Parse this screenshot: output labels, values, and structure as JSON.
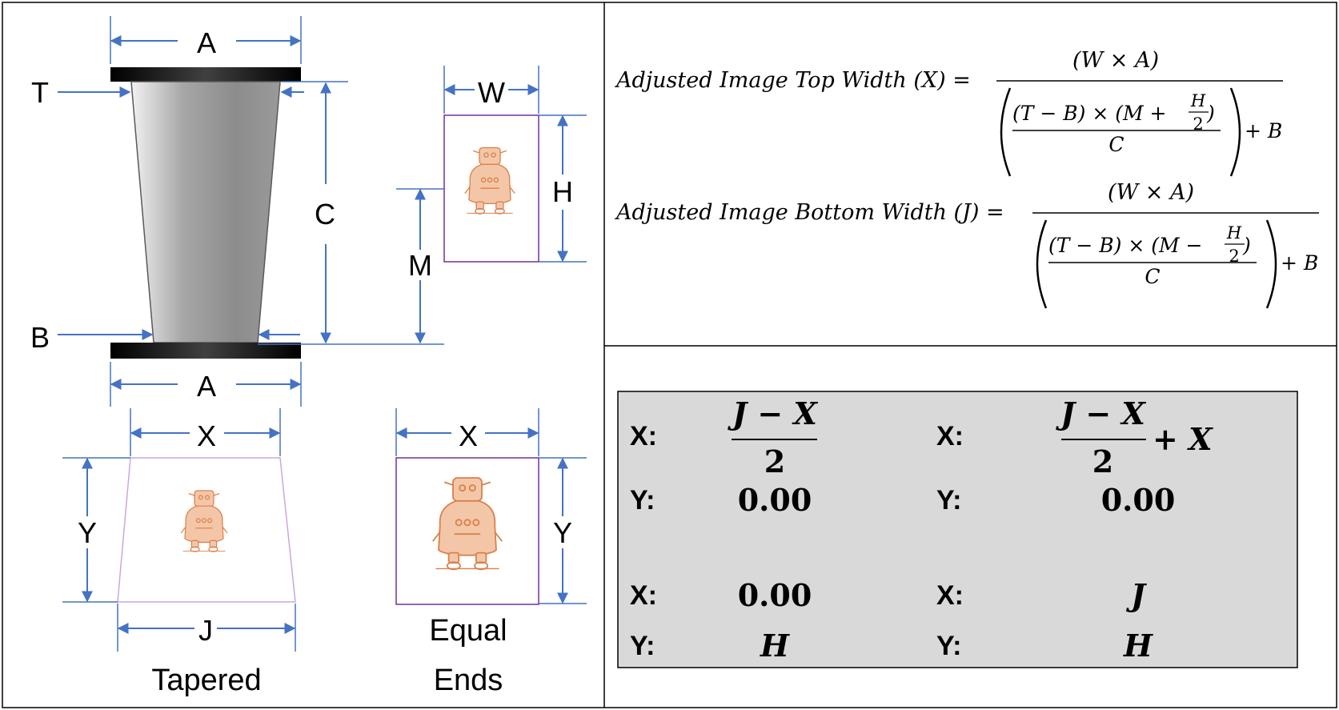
{
  "diagram": {
    "cup_labels": {
      "top_width": "A",
      "top_diameter": "T",
      "height": "C",
      "bottom_diameter": "B",
      "bottom_width": "A"
    },
    "image_labels": {
      "width": "W",
      "height": "H",
      "offset": "M"
    },
    "tapered_labels": {
      "top": "X",
      "height": "Y",
      "bottom": "J"
    },
    "equal_labels": {
      "top": "X",
      "height": "Y"
    },
    "caption_tapered": "Tapered",
    "caption_equal_line1": "Equal",
    "caption_equal_line2": "Ends"
  },
  "formulas": {
    "top": {
      "label": "Adjusted Image Top Width (X) =",
      "numerator": "(W × A)",
      "inner_left": "(T − B) × (M +",
      "frac_num": "H",
      "frac_den": "2",
      "inner_close": ")",
      "inner_den": "C",
      "tail": "+ B"
    },
    "bottom": {
      "label": "Adjusted Image Bottom Width (J) =",
      "numerator": "(W × A)",
      "inner_left": "(T − B) × (M −",
      "frac_num": "H",
      "frac_den": "2",
      "inner_close": ")",
      "inner_den": "C",
      "tail": "+ B"
    }
  },
  "coordinates": {
    "p1": {
      "x_label": "X:",
      "x_num": "J − X",
      "x_den": "2",
      "y_label": "Y:",
      "y_value": "0.00"
    },
    "p2": {
      "x_label": "X:",
      "x_num": "J − X",
      "x_den": "2",
      "x_tail": "+ X",
      "y_label": "Y:",
      "y_value": "0.00"
    },
    "p3": {
      "x_label": "X:",
      "x_value": "0.00",
      "y_label": "Y:",
      "y_value": "H"
    },
    "p4": {
      "x_label": "X:",
      "x_value": "J",
      "y_label": "Y:",
      "y_value": "H"
    }
  },
  "colors": {
    "dimension": "#4472c4",
    "image_border": "#7030a0",
    "robot": "#d9804a",
    "panel_fill": "#d9d9d9"
  }
}
